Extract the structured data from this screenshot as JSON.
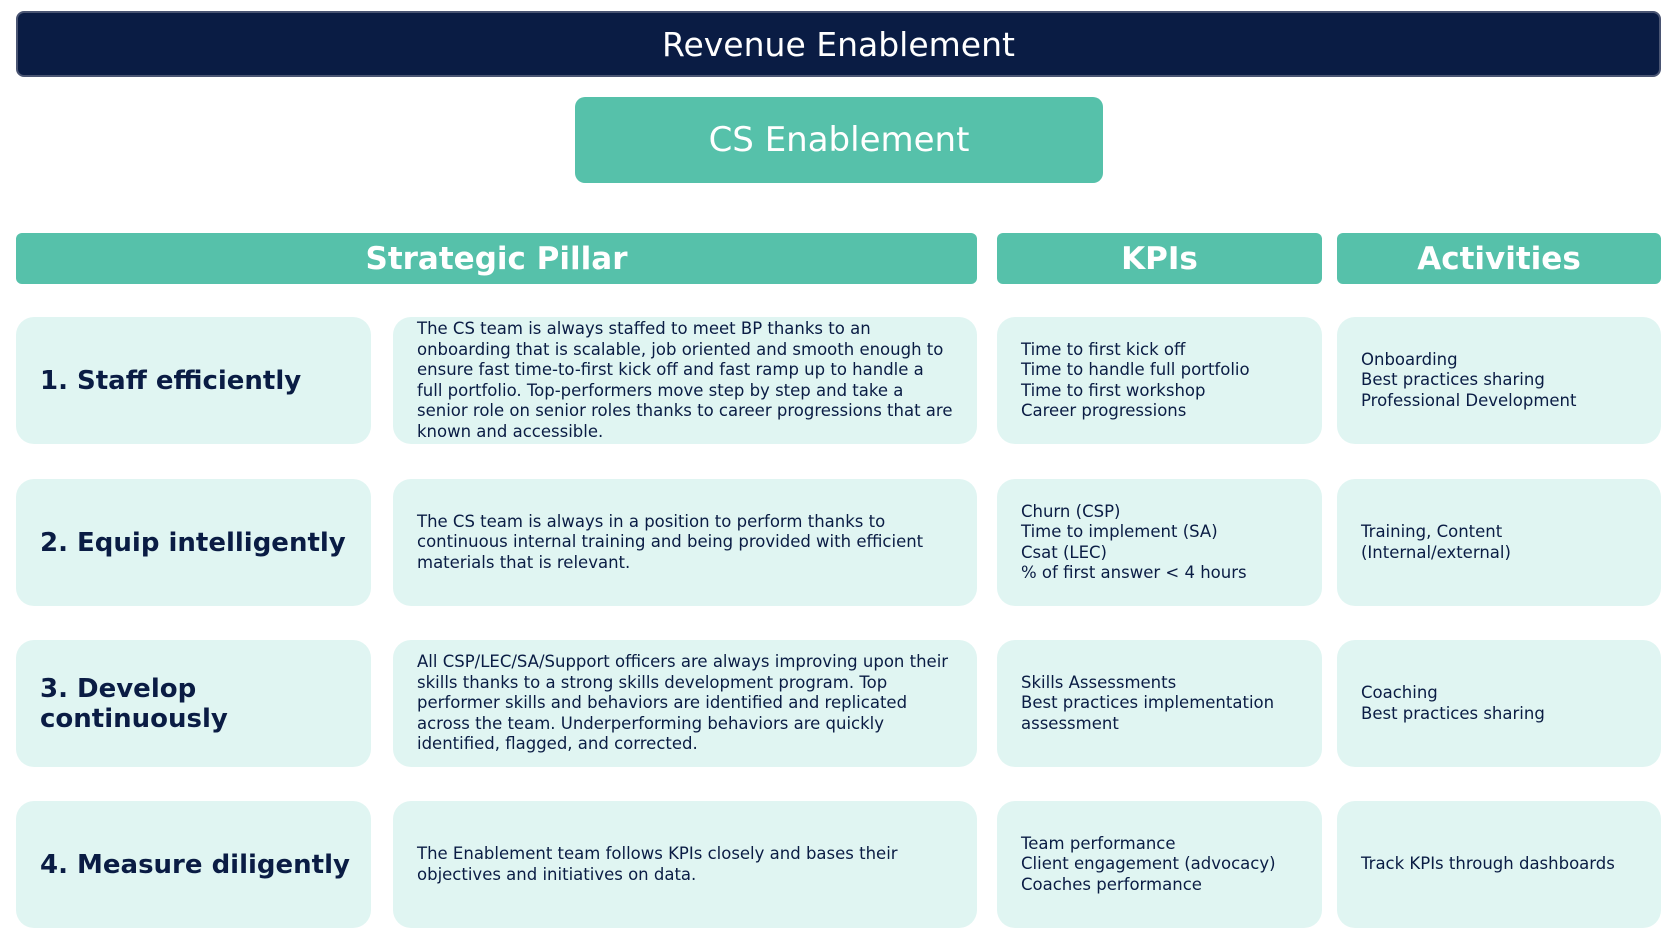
{
  "title": "Revenue Enablement",
  "subtitle": "CS Enablement",
  "headers": {
    "pillar": "Strategic Pillar",
    "kpis": "KPIs",
    "activities": "Activities"
  },
  "colors": {
    "navy": "#0a1c44",
    "teal": "#56c1aa",
    "cell_bg": "#e0f5f2"
  },
  "rows": [
    {
      "name": "1. Staff efficiently",
      "description": "The CS team is always staffed to meet BP thanks to an onboarding that is scalable, job oriented and smooth enough to ensure fast time-to-first kick off and fast ramp up to handle a full portfolio. Top-performers move step by step and take a senior role on senior roles thanks to career progressions that are known and accessible.",
      "kpis": [
        "Time to first kick off",
        "Time to handle full portfolio",
        "Time to first workshop",
        "Career progressions"
      ],
      "activities": [
        "Onboarding",
        "Best practices sharing",
        "Professional Development"
      ]
    },
    {
      "name": "2. Equip intelligently",
      "description": "The CS team is always in a position to perform thanks to continuous internal training and being provided with efficient materials that is relevant.",
      "kpis": [
        "Churn (CSP)",
        "Time to implement (SA)",
        "Csat (LEC)",
        "% of first answer < 4 hours"
      ],
      "activities": [
        "Training, Content",
        "(Internal/external)"
      ]
    },
    {
      "name": "3. Develop continuously",
      "description": "All CSP/LEC/SA/Support officers are always improving upon their skills thanks to a strong skills development program. Top performer skills and behaviors are identified and replicated across the team. Underperforming behaviors are quickly identified, flagged, and corrected.",
      "kpis": [
        "Skills Assessments",
        "Best practices implementation",
        "assessment"
      ],
      "activities": [
        "Coaching",
        "Best practices sharing"
      ]
    },
    {
      "name": "4. Measure diligently",
      "description": "The Enablement team follows KPIs closely and bases their objectives and initiatives on data.",
      "kpis": [
        "Team performance",
        "Client engagement (advocacy)",
        "Coaches performance"
      ],
      "activities": [
        "Track KPIs through dashboards"
      ]
    }
  ]
}
